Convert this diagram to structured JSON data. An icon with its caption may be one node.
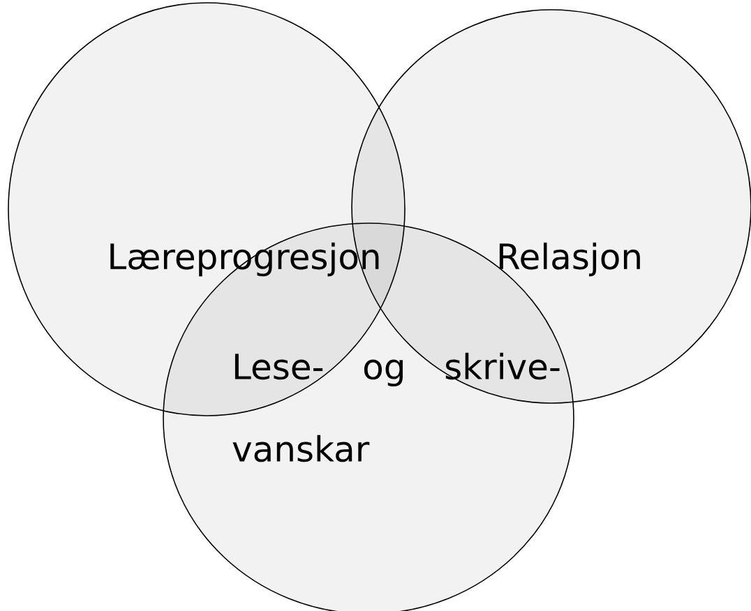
{
  "diagram": {
    "nodes": [
      {
        "text": [
          "Læreprogresjon"
        ]
      },
      {
        "text": [
          "Relasjon"
        ]
      },
      {
        "text": [
          "Lese- og skrive- vanskar"
        ]
      }
    ]
  }
}
